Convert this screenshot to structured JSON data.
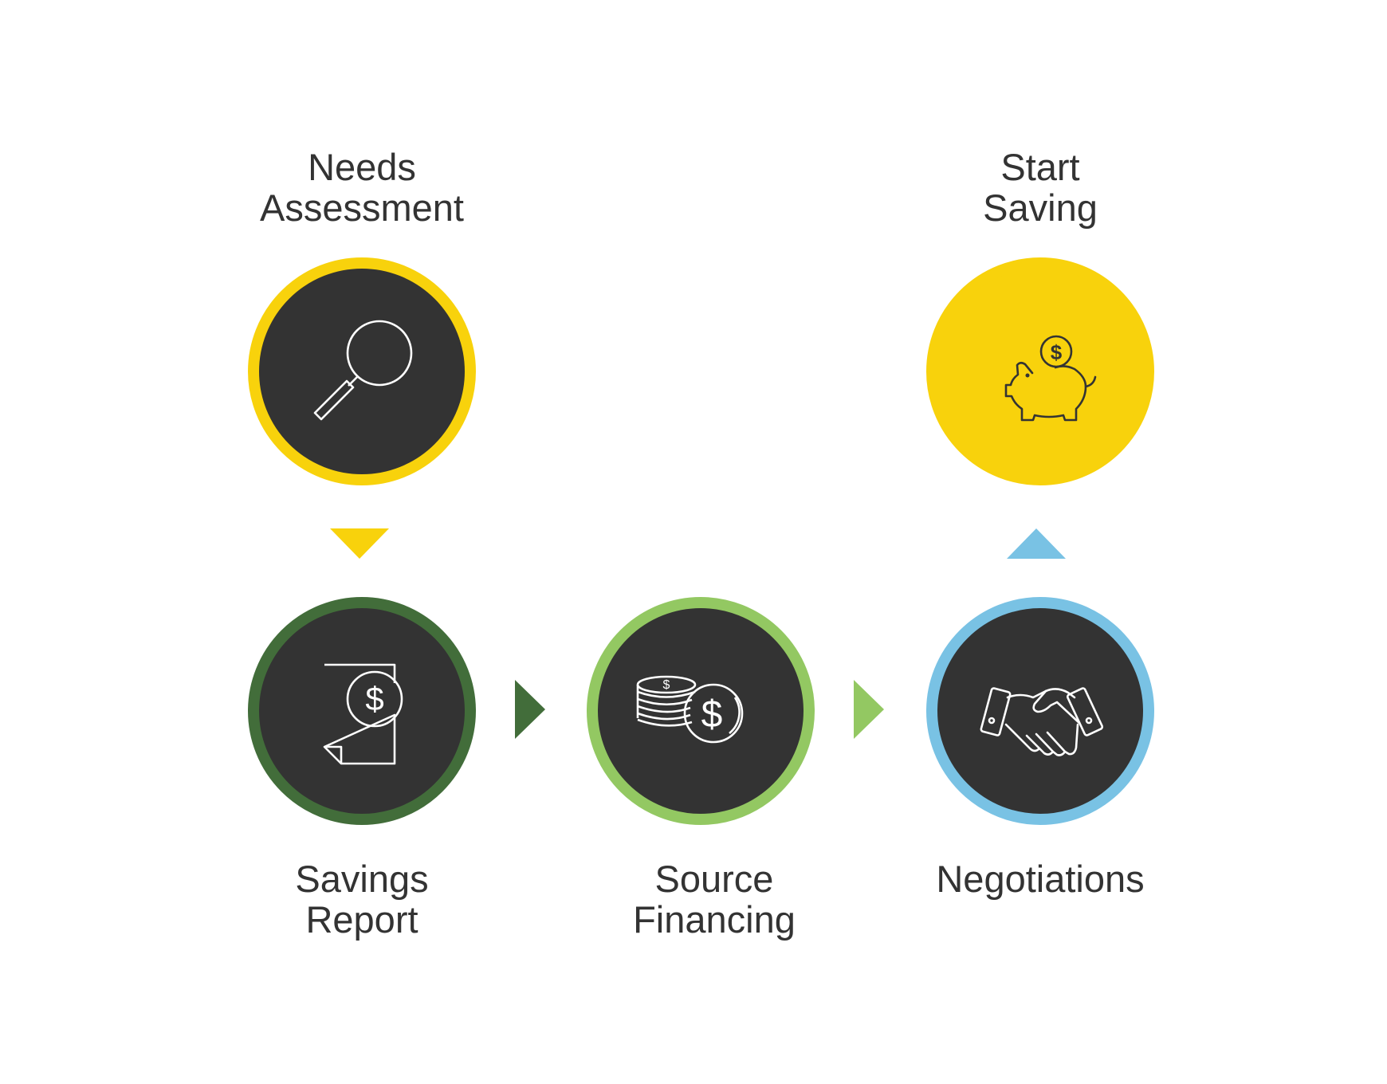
{
  "colors": {
    "dark": "#333333",
    "yellow": "#F8D20C",
    "dark_green": "#426D3A",
    "light_green": "#93C862",
    "blue": "#79C2E4",
    "icon_stroke": "#ffffff",
    "text": "#333333"
  },
  "steps": {
    "needs_assessment": {
      "line1": "Needs",
      "line2": "Assessment",
      "icon": "magnifying-glass-icon",
      "ring": "#F8D20C",
      "fill": "#333333"
    },
    "savings_report": {
      "line1": "Savings",
      "line2": "Report",
      "icon": "dollar-document-icon",
      "ring": "#426D3A",
      "fill": "#333333"
    },
    "source_financing": {
      "line1": "Source",
      "line2": "Financing",
      "icon": "coin-stack-icon",
      "ring": "#93C862",
      "fill": "#333333"
    },
    "negotiations": {
      "line1": "Negotiations",
      "line2": "",
      "icon": "handshake-icon",
      "ring": "#79C2E4",
      "fill": "#333333"
    },
    "start_saving": {
      "line1": "Start",
      "line2": "Saving",
      "icon": "piggy-bank-icon",
      "ring": "#F8D20C",
      "fill": "#F8D20C"
    }
  },
  "arrows": [
    {
      "name": "arrow-down-icon",
      "color": "#F8D20C"
    },
    {
      "name": "arrow-right-icon",
      "color": "#426D3A"
    },
    {
      "name": "arrow-right-icon",
      "color": "#93C862"
    },
    {
      "name": "arrow-up-icon",
      "color": "#79C2E4"
    }
  ]
}
